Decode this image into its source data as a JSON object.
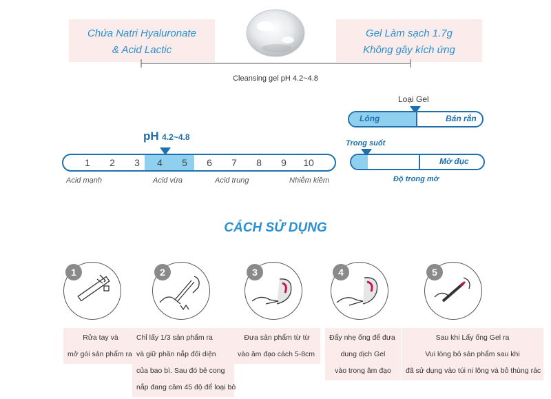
{
  "header": {
    "left_line1": "Chứa Natri Hyaluronate",
    "left_line2": "& Acid Lactic",
    "right_line1": "Gel Làm sạch 1.7g",
    "right_line2": "Không gây kích ứng",
    "caption": "Cleansing gel pH 4.2~4.8"
  },
  "ph_scale": {
    "title_prefix": "pH",
    "title_range": "4.2~4.8",
    "numbers": [
      "1",
      "2",
      "3",
      "4",
      "5",
      "6",
      "7",
      "8",
      "9",
      "10"
    ],
    "highlight_start": 4,
    "highlight_end": 5,
    "labels": [
      "Acid mạnh",
      "Acid vừa",
      "Acid trung",
      "Nhiễm kiềm"
    ]
  },
  "gel_type": {
    "title": "Loại Gel",
    "left": "Lỏng",
    "right": "Bán rắn"
  },
  "clarity": {
    "marker_label": "Trong suốt",
    "right": "Mờ đục",
    "caption": "Độ trong mờ"
  },
  "usage": {
    "title": "CÁCH SỬ DỤNG",
    "steps": [
      {
        "number": "1",
        "lines": [
          "Rửa tay và",
          "mở gói sản phẩm ra"
        ]
      },
      {
        "number": "2",
        "lines": [
          "Chỉ lấy 1/3 sản phẩm ra",
          "và giữ phần nắp đối diện",
          "của bao bì.  Sau đó bẻ cong",
          "nắp đang cầm 45 độ để loại bỏ"
        ]
      },
      {
        "number": "3",
        "lines": [
          "Đưa sản phẩm từ từ",
          "vào âm đạo cách 5-8cm"
        ]
      },
      {
        "number": "4",
        "lines": [
          "Đẩy nhẹ ống để đưa",
          "dung dịch Gel",
          "vào trong âm đạo"
        ]
      },
      {
        "number": "5",
        "lines": [
          "Sau khi Lấy ống Gel ra",
          "Vui lòng bỏ sản phẩm sau khi",
          "đã sử dụng vào túi ni lông và bỏ  thùng rác"
        ]
      }
    ]
  },
  "colors": {
    "accent_blue": "#2a8fd0",
    "bar_blue": "#1f6fae",
    "highlight_blue": "#8fd0ee",
    "pink_bg": "#fbeceb"
  }
}
